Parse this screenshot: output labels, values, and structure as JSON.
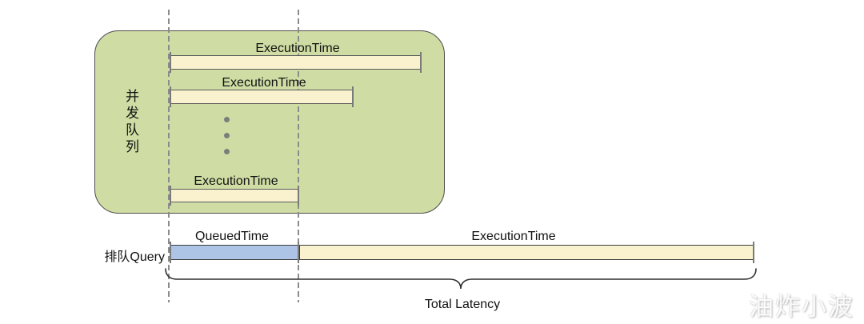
{
  "diagram": {
    "concurrent_queue": {
      "label": "并发队列",
      "bars": [
        {
          "label": "ExecutionTime"
        },
        {
          "label": "ExecutionTime"
        },
        {
          "label": "ExecutionTime"
        }
      ]
    },
    "queued_query": {
      "label": "排队Query",
      "queued_time_label": "QueuedTime",
      "execution_time_label": "ExecutionTime"
    },
    "total_latency_label": "Total Latency",
    "watermark": "油炸小波"
  },
  "colors": {
    "queue_box_fill": "#cfdda4",
    "execution_bar_fill": "#faf2cf",
    "queued_bar_fill": "#adc4e7",
    "dashed_line": "#8c8c8c",
    "border_dark": "#4b4b4b"
  }
}
